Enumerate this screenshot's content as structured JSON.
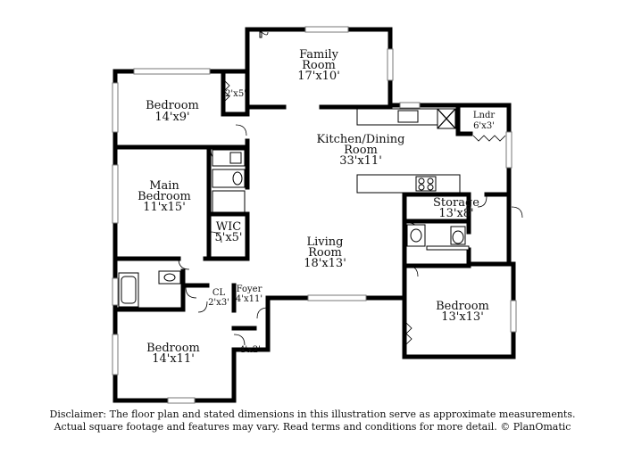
{
  "rooms": {
    "family_room": {
      "name_line1": "Family",
      "name_line2": "Room",
      "dims": "17'x10'"
    },
    "bedroom_top_left": {
      "name": "Bedroom",
      "dims": "14'x9'"
    },
    "closet_top_left": {
      "dims": "2'x5'"
    },
    "main_bedroom": {
      "name_line1": "Main",
      "name_line2": "Bedroom",
      "dims": "11'x15'"
    },
    "wic": {
      "name": "WIC",
      "dims": "5'x5'"
    },
    "kitchen_dining": {
      "name_line1": "Kitchen/Dining",
      "name_line2": "Room",
      "dims": "33'x11'"
    },
    "laundry": {
      "name": "Lndr",
      "dims": "6'x3'"
    },
    "storage": {
      "name": "Storage",
      "dims": "13'x8'"
    },
    "living_room": {
      "name_line1": "Living",
      "name_line2": "Room",
      "dims": "18'x13'"
    },
    "foyer": {
      "name": "Foyer",
      "dims": "4'x11'"
    },
    "closet_foyer": {
      "name": "CL",
      "dims": "2'x3'"
    },
    "closet_entry": {
      "dims": "4'x2'"
    },
    "bedroom_right": {
      "name": "Bedroom",
      "dims": "13'x13'"
    },
    "bedroom_bottom_left": {
      "name": "Bedroom",
      "dims": "14'x11'"
    }
  },
  "disclaimer": {
    "line1": "Disclaimer: The floor plan and stated dimensions in this illustration serve as approximate measurements.",
    "line2": "Actual square footage and features may vary. Read terms and conditions for more detail. © PlanOmatic"
  }
}
